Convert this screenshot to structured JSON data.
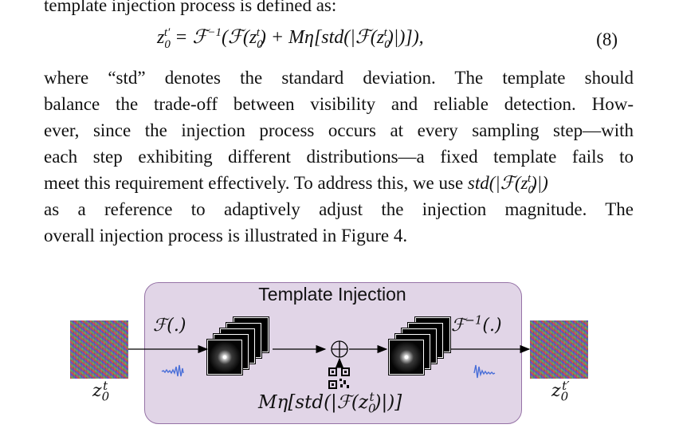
{
  "paragraph": {
    "line_top": "template injection process is defined as:",
    "equation": {
      "lhs": "z",
      "lhs_sub": "0",
      "lhs_sup": "t′",
      "rhs_prefix": " = ℱ",
      "rhs_inv_sup": "−1",
      "rhs_body_1": "(ℱ(z",
      "rhs_body_1_sub": "0",
      "rhs_body_1_sup": "t",
      "rhs_body_2": ") + Mη[std(|ℱ(z",
      "rhs_body_2_sub": "0",
      "rhs_body_2_sup": "t",
      "rhs_body_3": ")|)]),",
      "number": "(8)"
    },
    "lines": [
      "where “std” denotes the standard deviation. The template should",
      "balance the trade-off between visibility and reliable detection. How-",
      "ever, since the injection process occurs at every sampling step—with",
      "each step exhibiting different distributions—a fixed template fails to"
    ],
    "line5_text": "meet this requirement effectively. To address this, we use ",
    "line5_math": "std(|ℱ(z",
    "line5_math_sub": "0",
    "line5_math_sup": "t",
    "line5_math_end": ")|)",
    "line6": "as a reference to adaptively adjust the injection magnitude. The",
    "line7": "overall injection process is illustrated in Figure 4."
  },
  "figure": {
    "title": "Template Injection",
    "input_label": "z",
    "input_label_sub": "0",
    "input_label_sup": "t",
    "output_label": "z",
    "output_label_sub": "0",
    "output_label_sup": "t′",
    "fft_label": "ℱ(.)",
    "ifft_label": "ℱ",
    "ifft_sup": "−1",
    "ifft_tail": "(.)",
    "template_expr": "Mη[std(|ℱ(z",
    "template_expr_sub": "0",
    "template_expr_sup": "t",
    "template_expr_end": ")|)]",
    "colors": {
      "box_fill": "#e1d5e7",
      "box_border": "#9673a6",
      "wave": "#4a6fd8"
    }
  }
}
